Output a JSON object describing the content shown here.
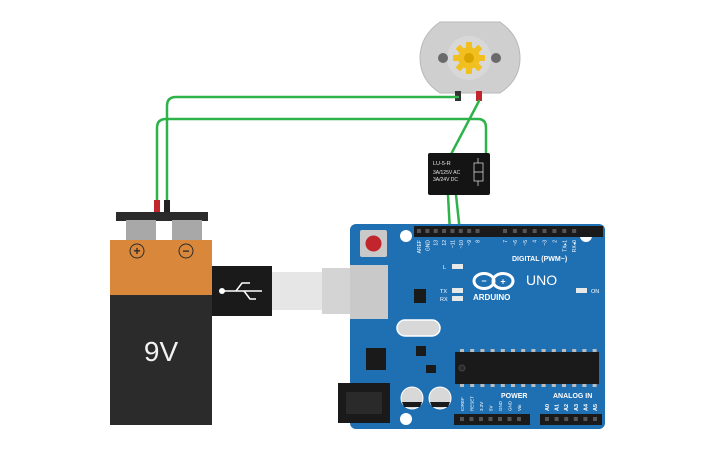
{
  "battery": {
    "voltage_label": "9V",
    "plus_symbol": "+",
    "minus_symbol": "−"
  },
  "relay": {
    "model": "LU-5-R",
    "rating_ac": "3A/125V AC",
    "rating_dc": "3A/24V DC"
  },
  "arduino": {
    "logo_text": "ARDUINO",
    "model": "UNO",
    "digital_header": "DIGITAL (PWM~)",
    "power_header": "POWER",
    "analog_header": "ANALOG IN",
    "led_l": "L",
    "led_tx": "TX",
    "led_rx": "RX",
    "led_on": "ON",
    "top_pins": [
      "AREF",
      "GND",
      "13",
      "12",
      "~11",
      "~10",
      "~9",
      "8",
      "7",
      "~6",
      "~5",
      "4",
      "~3",
      "2",
      "TX▸1",
      "RX◂0"
    ],
    "power_pins": [
      "IOREF",
      "RESET",
      "3.3V",
      "5V",
      "GND",
      "GND",
      "Vin"
    ],
    "analog_pins": [
      "A0",
      "A1",
      "A2",
      "A3",
      "A4",
      "A5"
    ]
  },
  "colors": {
    "wire": "#2db34a",
    "board": "#1f6fb3",
    "battery_top": "#d9883b",
    "battery_body": "#2b2b2b"
  }
}
